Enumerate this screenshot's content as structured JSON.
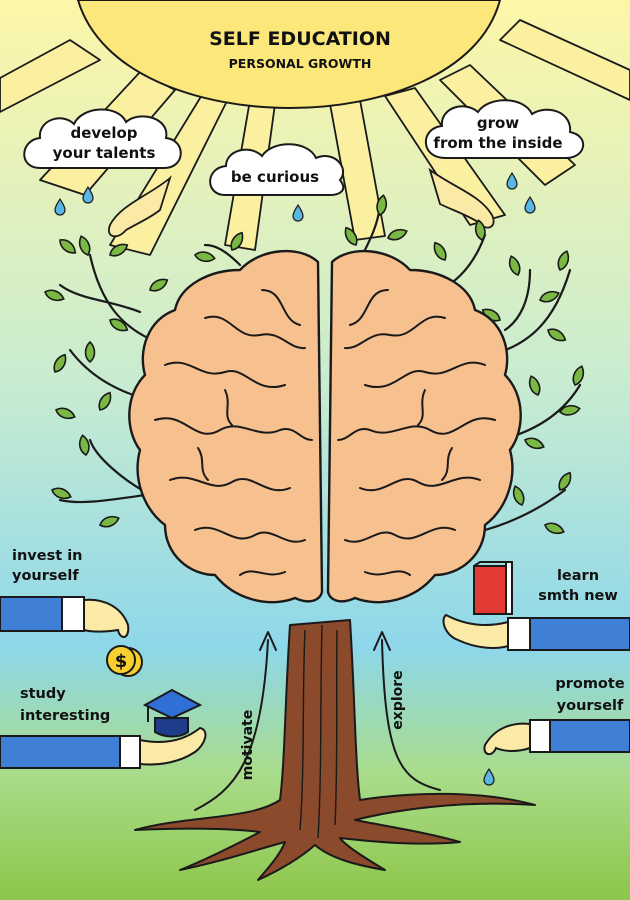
{
  "title": "SELF EDUCATION",
  "subtitle": "PERSONAL GROWTH",
  "clouds": {
    "left": [
      "develop",
      "your talents"
    ],
    "center": [
      "be curious"
    ],
    "right": [
      "grow",
      "from the inside"
    ]
  },
  "side_labels": {
    "invest": [
      "invest in",
      "yourself"
    ],
    "study": [
      "study",
      "interesting"
    ],
    "learn": [
      "learn",
      "smth new"
    ],
    "promote": [
      "promote",
      "yourself"
    ]
  },
  "trunk_labels": {
    "left": "motivate",
    "right": "explore"
  },
  "coin_symbol": "$",
  "colors": {
    "sky_top": "#fdf6a8",
    "sky_mid": "#c9ecd0",
    "sky_low": "#8ed7ea",
    "grass": "#8dc64a",
    "sun": "#fce77a",
    "brain": "#f7c08f",
    "trunk": "#8a4a2b",
    "leaf": "#79b843",
    "sleeve": "#3f7fd6",
    "book": "#e23b35",
    "coin": "#f7cf2f",
    "drop": "#5ab7e3"
  }
}
